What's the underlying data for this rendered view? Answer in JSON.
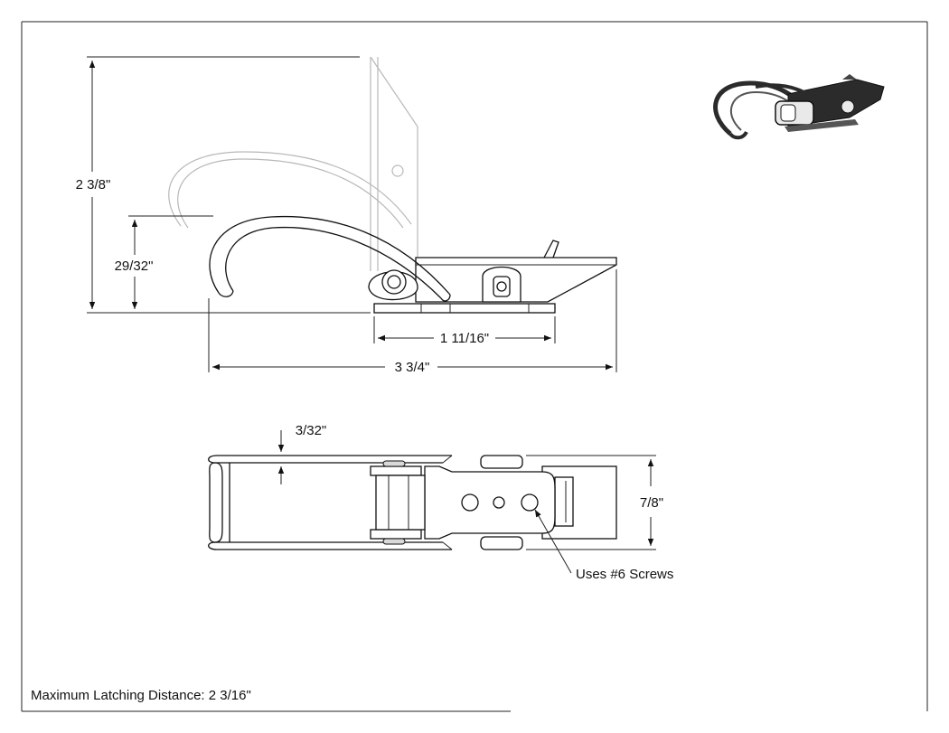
{
  "dimensions": {
    "overall_height": "2 3/8\"",
    "latch_height": "29/32\"",
    "base_length": "1 11/16\"",
    "overall_length": "3 3/4\"",
    "wire_offset": "3/32\"",
    "width": "7/8\""
  },
  "callouts": {
    "screws": "Uses #6 Screws"
  },
  "notes": {
    "max_latching": "Maximum Latching Distance: 2 3/16\""
  },
  "colors": {
    "line": "#111111",
    "ghost": "#b8b8b8",
    "iso_body": "#2b2b2b"
  }
}
